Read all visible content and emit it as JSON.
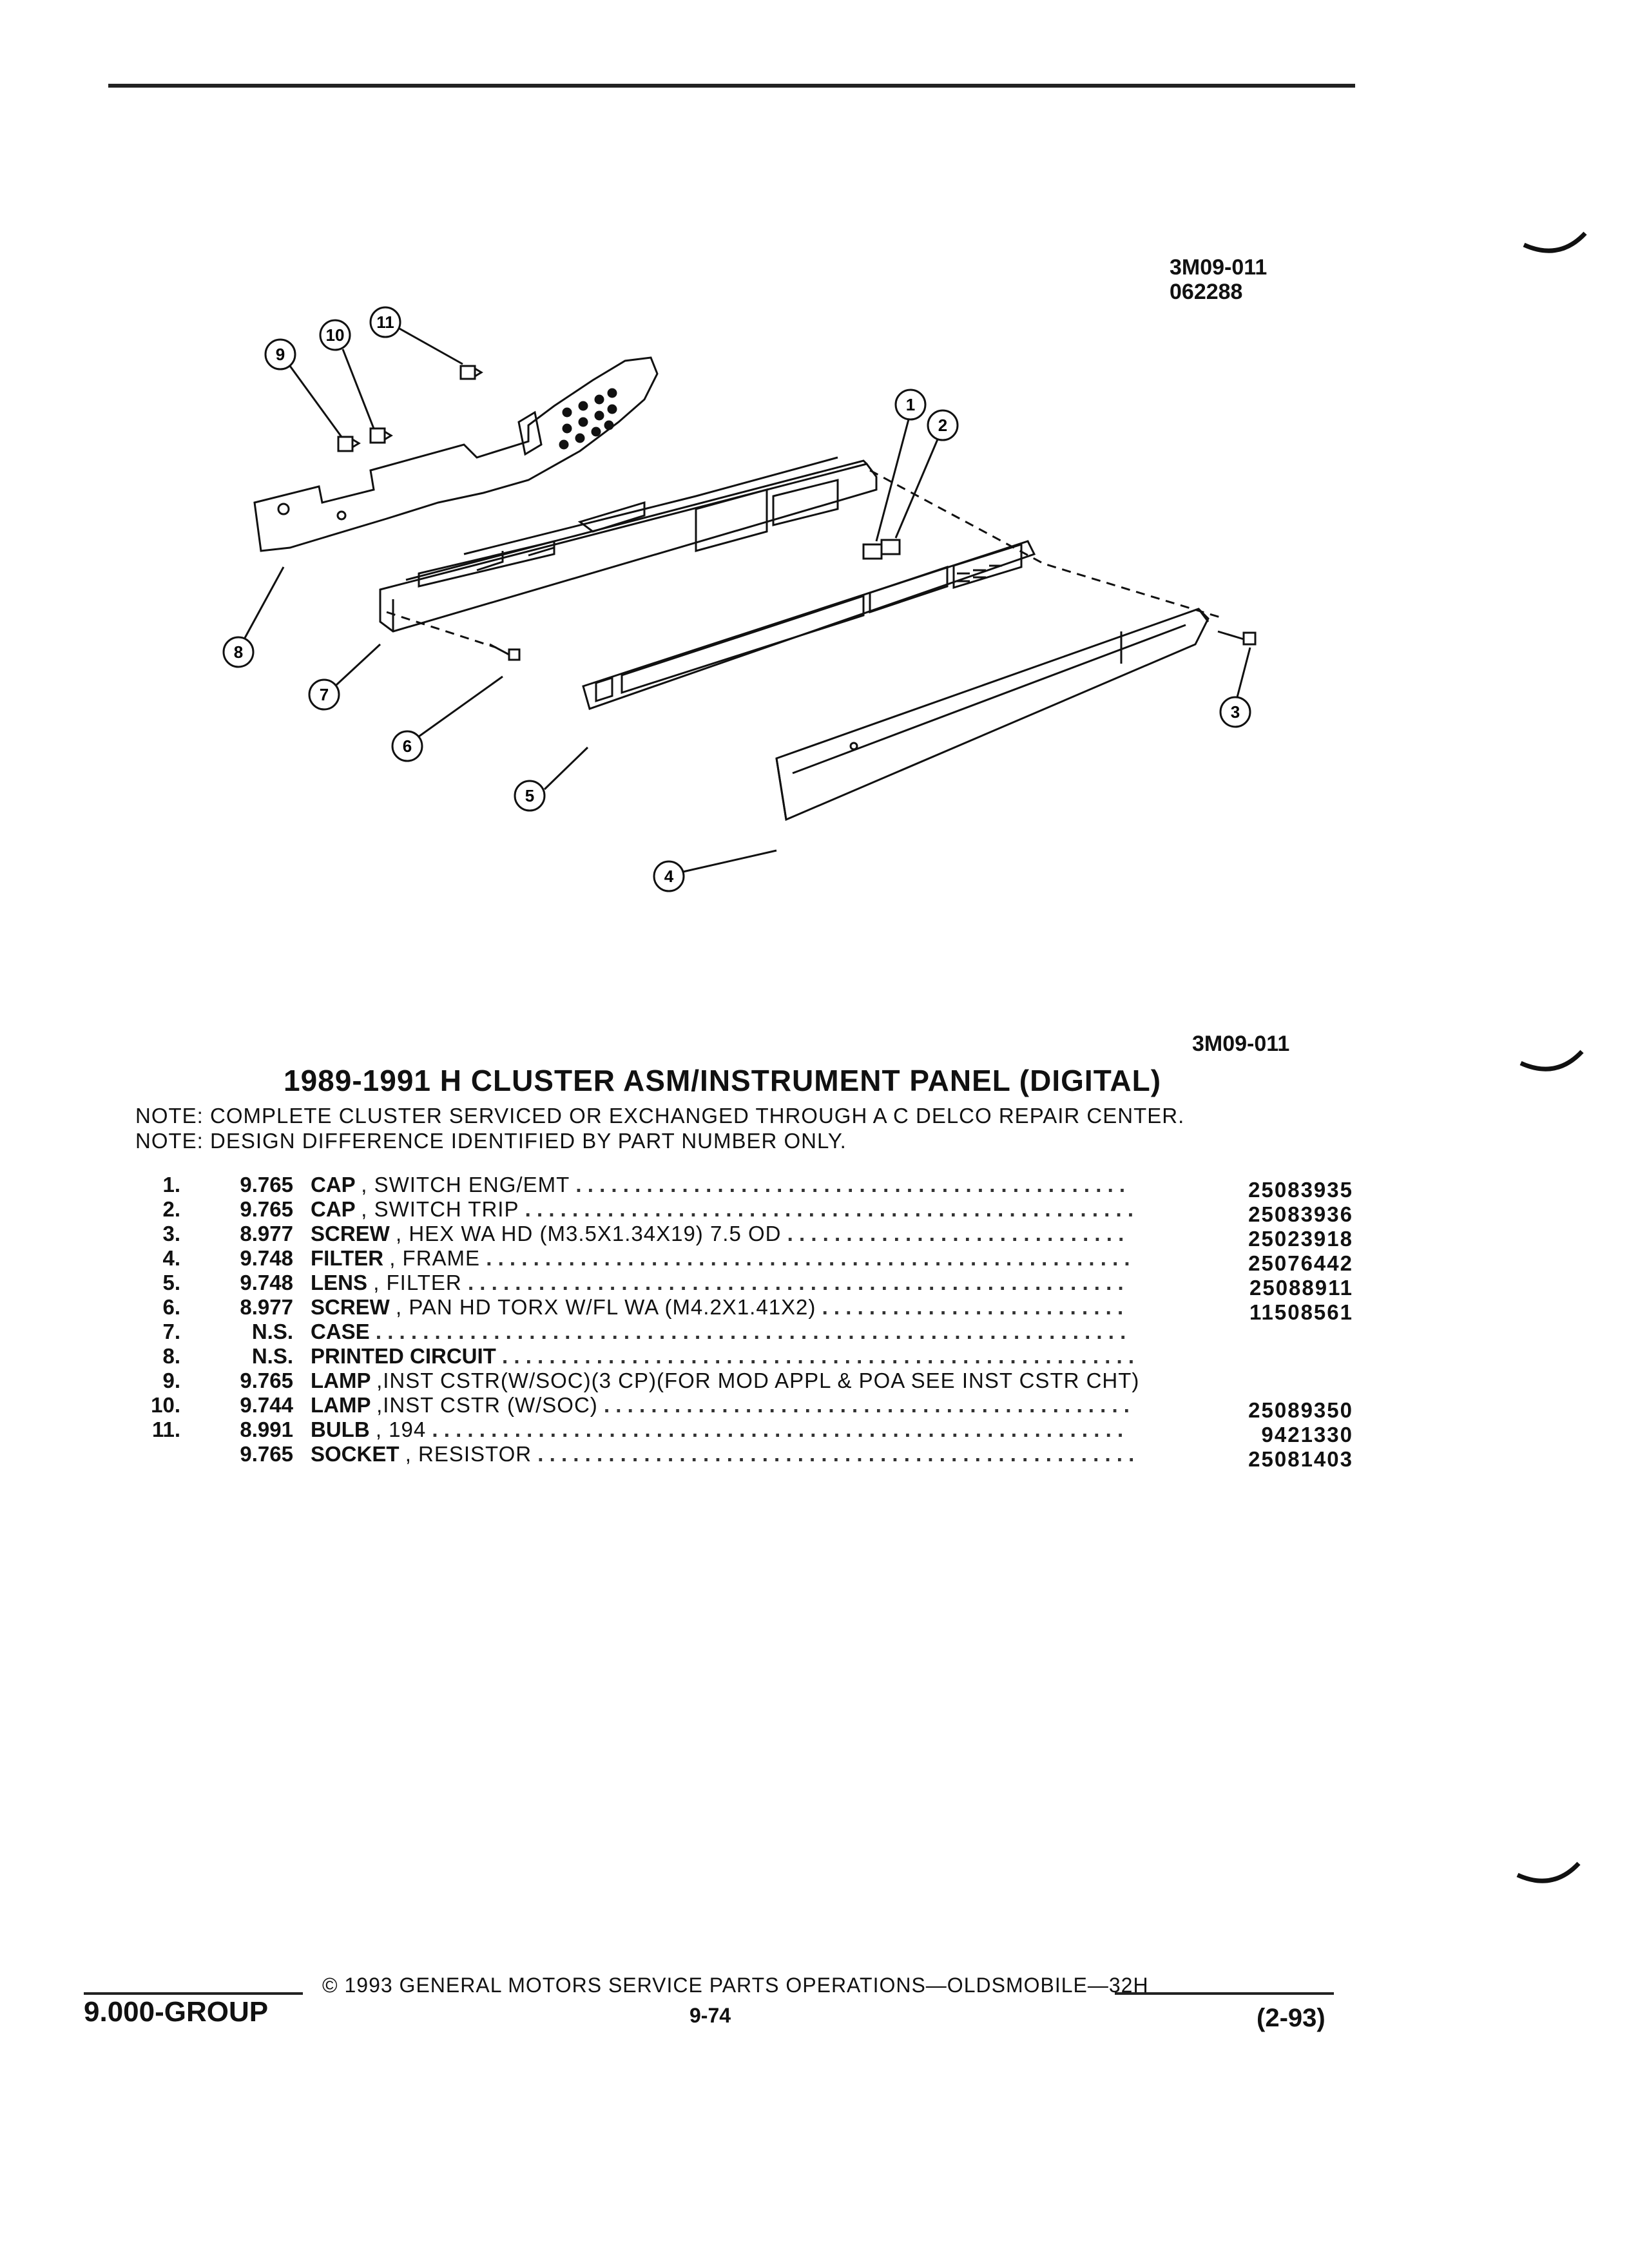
{
  "figure": {
    "id_top": "3M09-011",
    "date_code": "062288",
    "id_bottom": "3M09-011",
    "callouts": [
      "1",
      "2",
      "3",
      "4",
      "5",
      "6",
      "7",
      "8",
      "9",
      "10",
      "11"
    ]
  },
  "title": "1989-1991 H CLUSTER ASM/INSTRUMENT PANEL (DIGITAL)",
  "notes": [
    "NOTE:  COMPLETE CLUSTER SERVICED OR EXCHANGED THROUGH A C DELCO REPAIR CENTER.",
    "NOTE:  DESIGN DIFFERENCE IDENTIFIED BY PART NUMBER ONLY."
  ],
  "parts": [
    {
      "item": "1.",
      "group": "9.765",
      "name": "CAP",
      "desc": ", SWITCH ENG/EMT",
      "part_no": "25083935"
    },
    {
      "item": "2.",
      "group": "9.765",
      "name": "CAP",
      "desc": ", SWITCH TRIP",
      "part_no": "25083936"
    },
    {
      "item": "3.",
      "group": "8.977",
      "name": "SCREW",
      "desc": ", HEX WA HD (M3.5X1.34X19) 7.5 OD",
      "part_no": "25023918"
    },
    {
      "item": "4.",
      "group": "9.748",
      "name": "FILTER",
      "desc": ", FRAME",
      "part_no": "25076442"
    },
    {
      "item": "5.",
      "group": "9.748",
      "name": "LENS",
      "desc": ", FILTER",
      "part_no": "25088911"
    },
    {
      "item": "6.",
      "group": "8.977",
      "name": "SCREW",
      "desc": ", PAN HD TORX W/FL WA (M4.2X1.41X2)",
      "part_no": "11508561"
    },
    {
      "item": "7.",
      "group": "N.S.",
      "name": "CASE",
      "desc": "",
      "part_no": ""
    },
    {
      "item": "8.",
      "group": "N.S.",
      "name": "PRINTED CIRCUIT",
      "desc": "",
      "part_no": ""
    },
    {
      "item": "9.",
      "group": "9.765",
      "name": "LAMP",
      "desc": ",INST CSTR(W/SOC)(3 CP)(FOR MOD APPL & POA SEE INST CSTR CHT)",
      "part_no": ""
    },
    {
      "item": "10.",
      "group": "9.744",
      "name": "LAMP",
      "desc": ",INST CSTR (W/SOC)",
      "part_no": "25089350"
    },
    {
      "item": "11.",
      "group": "8.991",
      "name": "BULB",
      "desc": ", 194",
      "part_no": "9421330"
    },
    {
      "item": "",
      "group": "9.765",
      "name": "SOCKET",
      "desc": ", RESISTOR",
      "part_no": "25081403"
    }
  ],
  "footer": {
    "group": "9.000-GROUP",
    "copyright": "©  1993  GENERAL MOTORS SERVICE PARTS OPERATIONS—OLDSMOBILE—32H",
    "page": "9-74",
    "date": "(2-93)"
  }
}
